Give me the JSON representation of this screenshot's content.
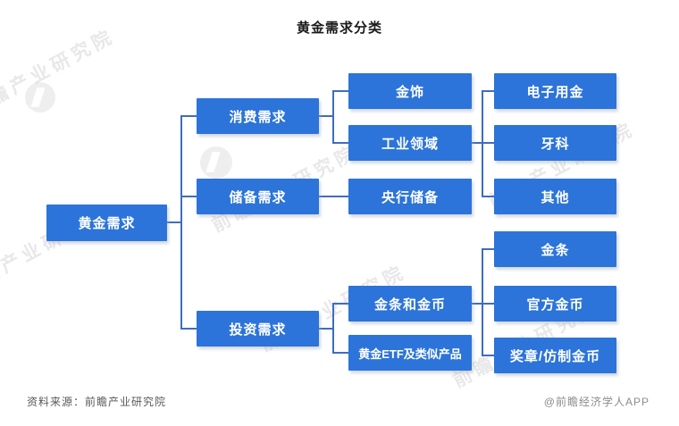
{
  "title": "黄金需求分类",
  "colors": {
    "node_fill": "#2c74d9",
    "node_text": "#ffffff",
    "connector": "#3e6dc0",
    "title_text": "#1a1a1a",
    "source_text": "#595959",
    "credit_text": "#8c8c8c",
    "watermark": "#a8a8a8"
  },
  "tree": {
    "root": {
      "label": "黄金需求",
      "children": [
        {
          "label": "消费需求",
          "children": [
            {
              "label": "金饰"
            },
            {
              "label": "工业领域",
              "children": [
                {
                  "label": "电子用金"
                },
                {
                  "label": "牙科"
                },
                {
                  "label": "其他"
                }
              ]
            }
          ]
        },
        {
          "label": "储备需求",
          "children": [
            {
              "label": "央行储备"
            }
          ]
        },
        {
          "label": "投资需求",
          "children": [
            {
              "label": "金条和金币",
              "children": [
                {
                  "label": "金条"
                },
                {
                  "label": "官方金币"
                },
                {
                  "label": "奖章/仿制金币"
                }
              ]
            },
            {
              "label": "黄金ETF及类似产品"
            }
          ]
        }
      ]
    }
  },
  "footer": {
    "source": "资料来源：前瞻产业研究院",
    "credit": "@前瞻经济学人APP"
  },
  "watermark": {
    "text": "前瞻产业研究院",
    "logo": "qianzhan-logo"
  }
}
